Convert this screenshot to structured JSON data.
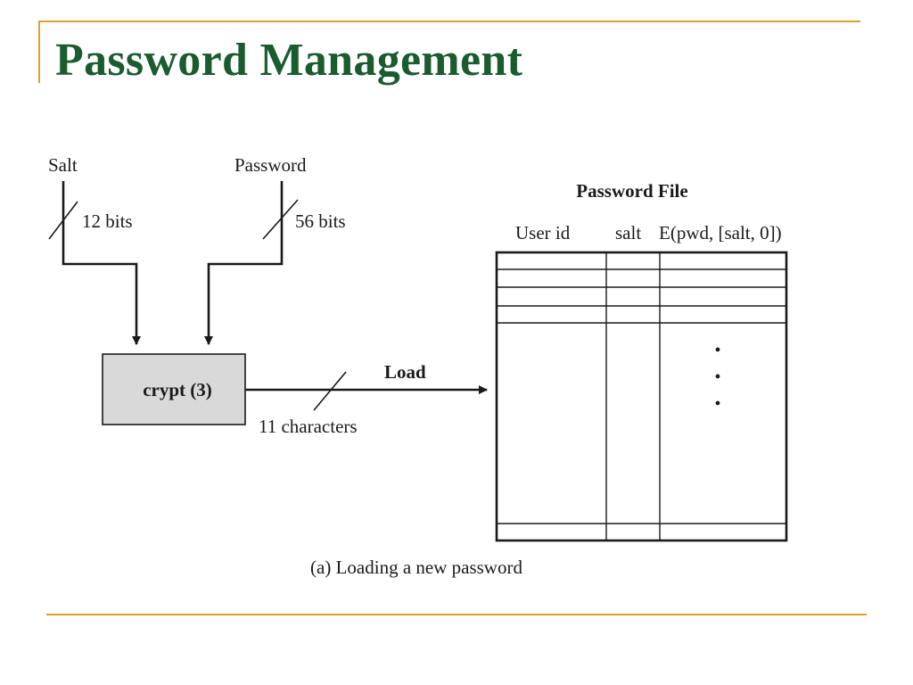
{
  "slide": {
    "title": "Password Management"
  },
  "diagram": {
    "inputs": {
      "salt_label": "Salt",
      "salt_bits": "12 bits",
      "password_label": "Password",
      "password_bits": "56 bits"
    },
    "process": {
      "label": "crypt (3)"
    },
    "output": {
      "arrow_label": "Load",
      "width_label": "11 characters"
    },
    "file": {
      "title": "Password File",
      "columns": [
        "User id",
        "salt",
        "E(pwd, [salt, 0])"
      ],
      "ellipsis": "•"
    },
    "caption": "(a) Loading a new password"
  },
  "colors": {
    "title": "#1a5c2e",
    "frame": "#e0a12a",
    "box_fill": "#d9d9d9",
    "ink": "#1a1a1a"
  }
}
